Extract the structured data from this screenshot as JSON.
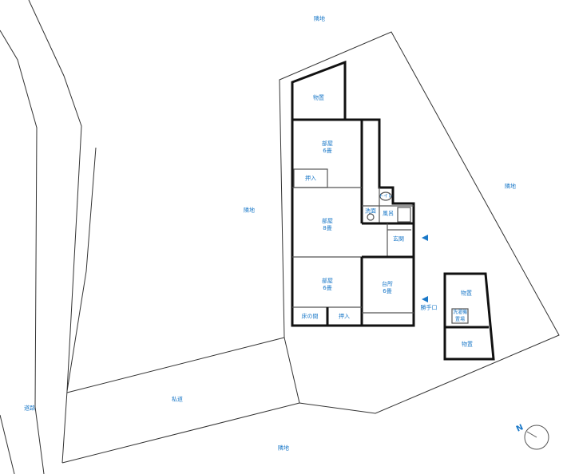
{
  "labels": {
    "neighbor_top": "隣地",
    "neighbor_left": "隣地",
    "neighbor_right": "隣地",
    "neighbor_bottom": "隣地",
    "road": "道路",
    "private_road": "私道",
    "storage_main": "物置",
    "room_top": "部屋",
    "room_top_size": "6畳",
    "closet_top": "押入",
    "toilet": "トイレ",
    "washroom": "洗面",
    "bath": "風呂",
    "room_mid": "部屋",
    "room_mid_size": "8畳",
    "entrance": "玄関",
    "room_low": "部屋",
    "room_low_size": "6畳",
    "alcove": "床の間",
    "closet_low": "押入",
    "kitchen": "台所",
    "kitchen_size": "6畳",
    "back_door": "勝手口",
    "shed_upper": "物置",
    "laundry": "洗濯機置場",
    "shed_lower": "物置",
    "compass": "N"
  },
  "colors": {
    "label": "#1a78c8",
    "arrow": "#1a78c8"
  }
}
